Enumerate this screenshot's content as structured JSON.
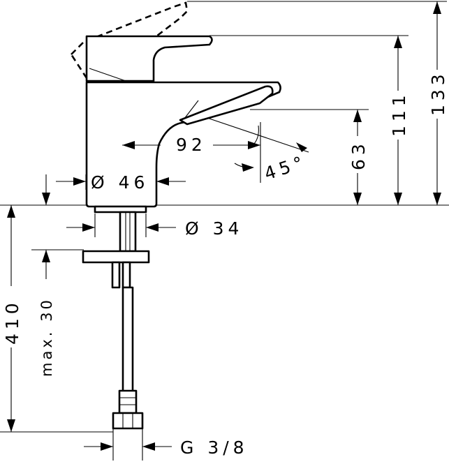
{
  "drawing": {
    "subject": "basin faucet dimension drawing",
    "dimensions": {
      "spout_reach": "92",
      "lever_angle": "45°",
      "body_diameter": "Ø 46",
      "mount_diameter": "Ø 34",
      "spout_height": "63",
      "lever_height": "111",
      "total_height": "133",
      "hose_length": "410",
      "max_counter_thickness": "max. 30",
      "thread": "G 3/8"
    }
  }
}
